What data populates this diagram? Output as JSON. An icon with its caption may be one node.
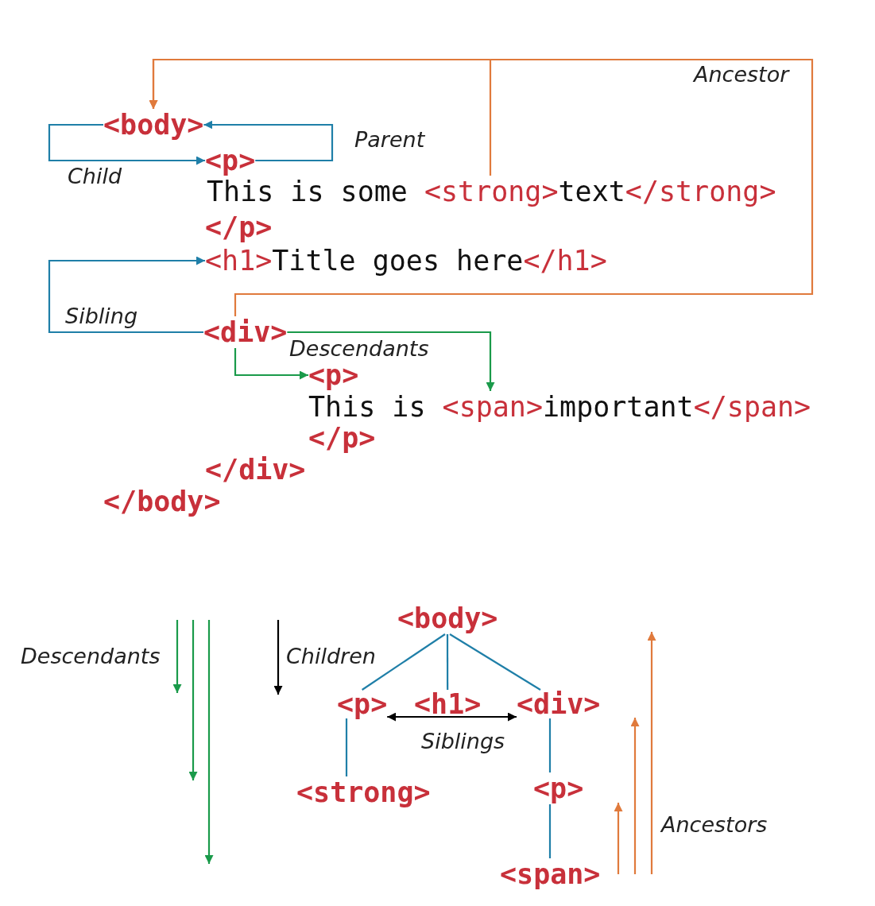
{
  "diagram": {
    "nodes": [
      {
        "text": [
          "<body>"
        ]
      },
      {
        "text": [
          "<p>"
        ]
      },
      {
        "text": [
          "This is some <strong>text</strong>"
        ]
      },
      {
        "text": [
          "</p>"
        ]
      },
      {
        "text": [
          "<h1>Title goes here</h1>"
        ]
      },
      {
        "text": [
          "<div>"
        ]
      },
      {
        "text": [
          "<p>"
        ]
      },
      {
        "text": [
          "This is <span>important</span>"
        ]
      },
      {
        "text": [
          "</p>"
        ]
      },
      {
        "text": [
          "</div>"
        ]
      },
      {
        "text": [
          "</body>"
        ]
      },
      {
        "text": [
          "<body>"
        ]
      },
      {
        "text": [
          "<p>"
        ]
      },
      {
        "text": [
          "<h1>"
        ]
      },
      {
        "text": [
          "<div>"
        ]
      },
      {
        "text": [
          "<strong>"
        ]
      },
      {
        "text": [
          "<p>"
        ]
      },
      {
        "text": [
          "<span>"
        ]
      }
    ],
    "edges": [
      {
        "from": 0,
        "to": 1,
        "arrow": "to",
        "label": "Child",
        "color": "#1f7fa8"
      },
      {
        "from": 1,
        "to": 0,
        "arrow": "to",
        "label": "Parent",
        "color": "#1f7fa8"
      },
      {
        "from": 2,
        "to": 0,
        "arrow": "to",
        "color": "#e07a3c"
      },
      {
        "from": 5,
        "to": 0,
        "arrow": "to",
        "label": "Ancestor",
        "color": "#e07a3c"
      },
      {
        "from": 5,
        "to": 4,
        "arrow": "to",
        "label": "Sibling",
        "color": "#1f7fa8"
      },
      {
        "from": 5,
        "to": 6,
        "arrow": "to",
        "color": "#1a9a4a"
      },
      {
        "from": 5,
        "to": 7,
        "arrow": "to",
        "label": "Descendants",
        "color": "#1a9a4a"
      },
      {
        "from": 11,
        "to": 12,
        "arrow": "none",
        "color": "#1f7fa8"
      },
      {
        "from": 11,
        "to": 13,
        "arrow": "none",
        "color": "#1f7fa8"
      },
      {
        "from": 11,
        "to": 14,
        "arrow": "none",
        "color": "#1f7fa8"
      },
      {
        "from": 12,
        "to": 15,
        "arrow": "none",
        "color": "#1f7fa8"
      },
      {
        "from": 14,
        "to": 16,
        "arrow": "none",
        "color": "#1f7fa8"
      },
      {
        "from": 16,
        "to": 17,
        "arrow": "none",
        "color": "#1f7fa8"
      },
      {
        "from": 12,
        "to": 14,
        "arrow": "both",
        "label": "Siblings",
        "color": "#000000"
      }
    ],
    "labels": [
      "Descendants",
      "Children",
      "Ancestors"
    ]
  }
}
